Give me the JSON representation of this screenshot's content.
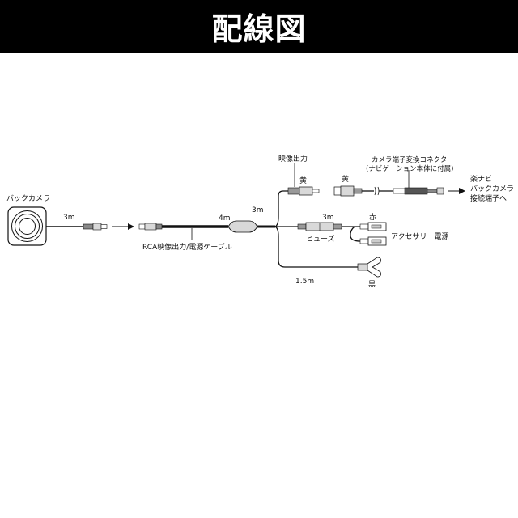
{
  "header": {
    "title": "配線図"
  },
  "colors": {
    "header_bg": "#000000",
    "cable": "#111111",
    "connector_fill": "#d9d9d9"
  },
  "labels": {
    "back_camera": "バックカメラ",
    "camera_cable_length": "3m",
    "main_cable": "RCA映像出力/電源ケーブル",
    "main_cable_length": "4m",
    "video_branch_length": "3m",
    "video_out": "映像出力",
    "yellow_left": "黄",
    "yellow_right": "黄",
    "adapter_line1": "カメラ端子変換コネクタ",
    "adapter_line2": "(ナビゲーション本体に付属)",
    "dest_line1": "楽ナビ",
    "dest_line2": "バックカメラ",
    "dest_line3": "接続端子へ",
    "power_branch_length": "3m",
    "fuse": "ヒューズ",
    "red": "赤",
    "accessory_power": "アクセサリー電源",
    "ground_length": "1.5m",
    "black": "黒"
  }
}
